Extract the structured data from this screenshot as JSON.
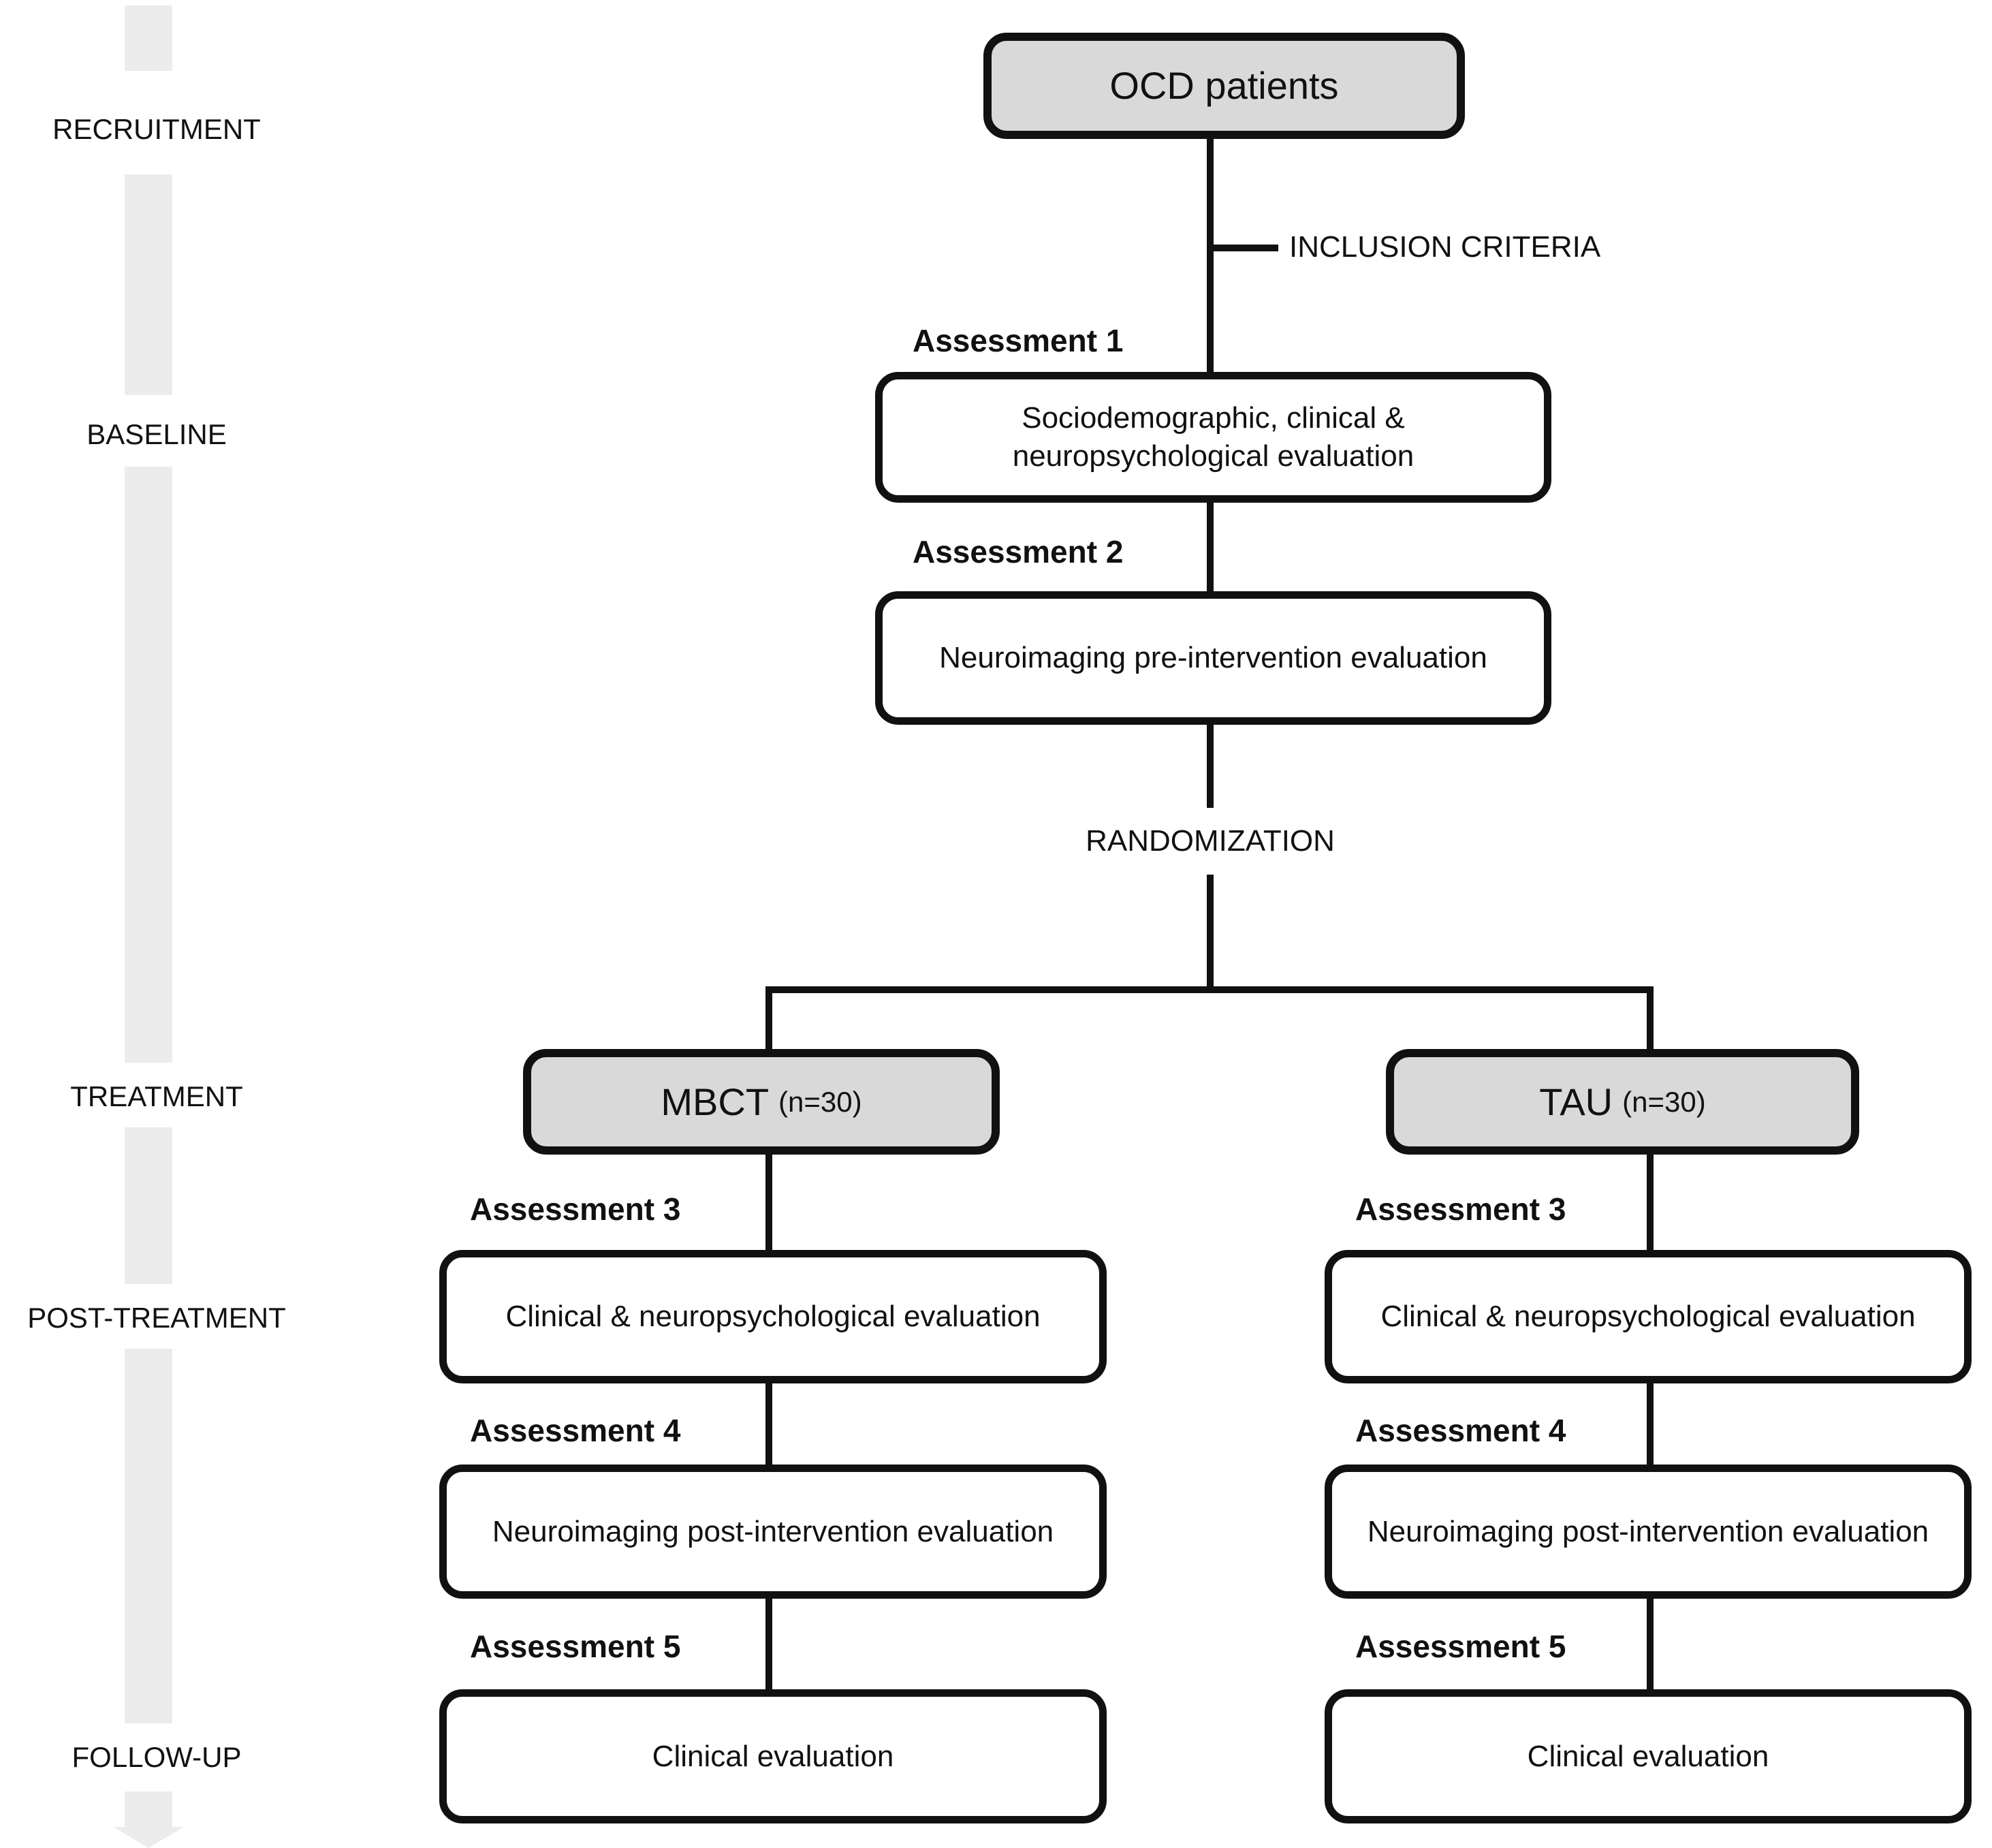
{
  "colors": {
    "line": "#111111",
    "box_border": "#111111",
    "gray_box_fill": "#d9d9d9",
    "white_box_fill": "#ffffff",
    "timeline_bar": "#ececec",
    "text": "#111111",
    "background": "#ffffff"
  },
  "timeline": {
    "stages": [
      "RECRUITMENT",
      "BASELINE",
      "TREATMENT",
      "POST-TREATMENT",
      "FOLLOW-UP"
    ]
  },
  "flow": {
    "top_box_label": "OCD patients",
    "inclusion_label": "INCLUSION CRITERIA",
    "assessment1_label": "Assessment 1",
    "assessment1_box_line1": "Sociodemographic, clinical &",
    "assessment1_box_line2": "neuropsychological evaluation",
    "assessment2_label": "Assessment 2",
    "assessment2_box": "Neuroimaging pre-intervention evaluation",
    "randomization_label": "RANDOMIZATION",
    "arms": [
      {
        "name": "MBCT",
        "n": "(n=30)",
        "a3_label": "Assessment 3",
        "a3_box": "Clinical & neuropsychological evaluation",
        "a4_label": "Assessment 4",
        "a4_box": "Neuroimaging post-intervention evaluation",
        "a5_label": "Assessment 5",
        "a5_box": "Clinical evaluation"
      },
      {
        "name": "TAU",
        "n": "(n=30)",
        "a3_label": "Assessment 3",
        "a3_box": "Clinical & neuropsychological evaluation",
        "a4_label": "Assessment 4",
        "a4_box": "Neuroimaging post-intervention evaluation",
        "a5_label": "Assessment 5",
        "a5_box": "Clinical evaluation"
      }
    ]
  }
}
